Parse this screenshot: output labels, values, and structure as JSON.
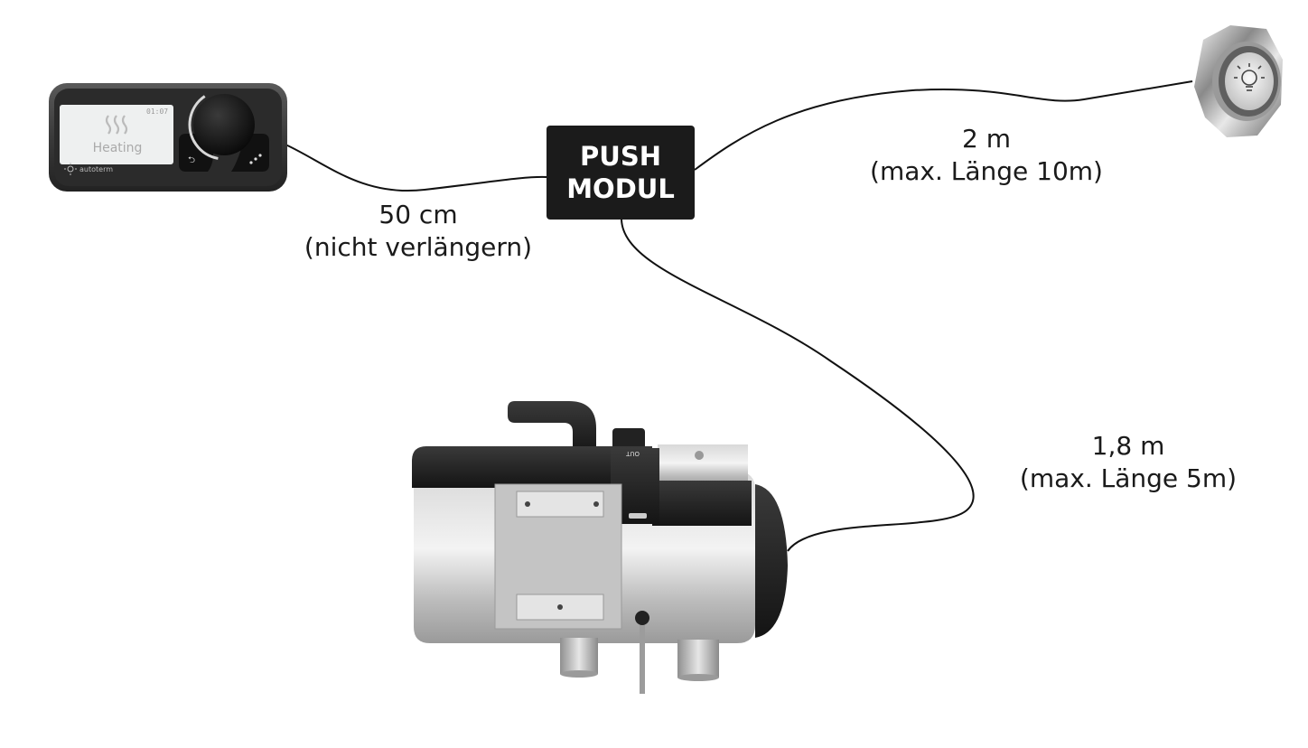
{
  "push_module": {
    "line1": "PUSH",
    "line2": "MODUL"
  },
  "cables": {
    "controller": {
      "length": "50 cm",
      "note": "(nicht verlängern)"
    },
    "button": {
      "length": "2 m",
      "note": "(max. Länge 10m)"
    },
    "heater": {
      "length": "1,8 m",
      "note": "(max. Länge 5m)"
    }
  },
  "controller_display": {
    "time": "01:07",
    "mode": "Heating",
    "brand": "autoterm"
  },
  "heater_labels": {
    "port": "OUT"
  },
  "colors": {
    "module_bg": "#1b1b1b",
    "cable": "#111111",
    "text": "#1a1a1a"
  }
}
